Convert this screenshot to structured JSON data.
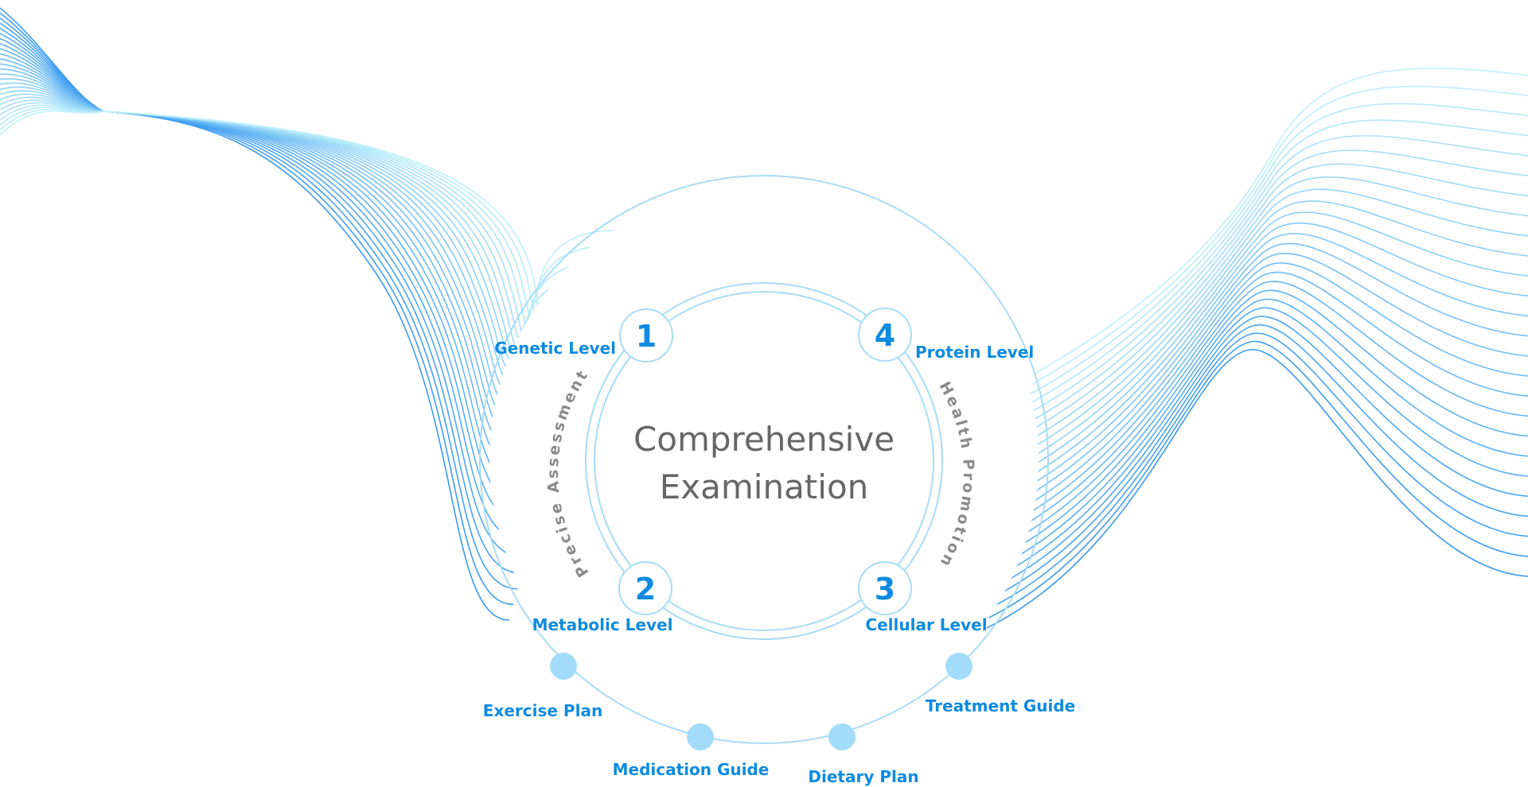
{
  "colors": {
    "accent": "#0e8be0",
    "muted_text": "#8a8a8a",
    "center_text": "#666666",
    "ring": "#a7dcf7",
    "dot": "#a3dcfb",
    "wave_dark": "#3a9af0",
    "wave_light": "#bff0fa"
  },
  "center": {
    "line1": "Comprehensive",
    "line2": "Examination"
  },
  "arcs": {
    "left": "Precise Assessment",
    "right": "Health Promotion"
  },
  "levels": [
    {
      "number": "1",
      "label": "Genetic Level"
    },
    {
      "number": "2",
      "label": "Metabolic Level"
    },
    {
      "number": "3",
      "label": "Cellular Level"
    },
    {
      "number": "4",
      "label": "Protein Level"
    }
  ],
  "plans": [
    {
      "label": "Exercise Plan"
    },
    {
      "label": "Medication Guide"
    },
    {
      "label": "Dietary Plan"
    },
    {
      "label": "Treatment Guide"
    }
  ]
}
